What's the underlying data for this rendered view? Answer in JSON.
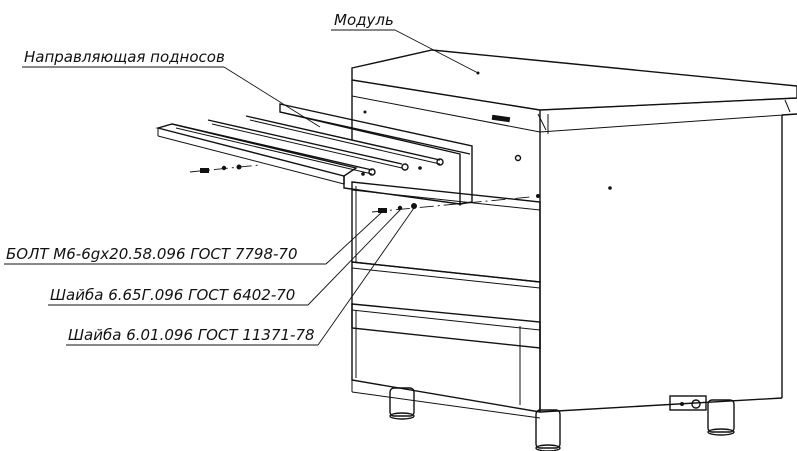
{
  "labels": {
    "module": "Модуль",
    "guide": "Направляющая подносов",
    "bolt": "БОЛТ М6-6gх20.58.096 ГОСТ 7798-70",
    "washer_spring": "Шайба 6.65Г.096 ГОСТ 6402-70",
    "washer_flat": "Шайба 6.01.096 ГОСТ 11371-78"
  },
  "colors": {
    "line": "#111111",
    "background": "#ffffff"
  }
}
